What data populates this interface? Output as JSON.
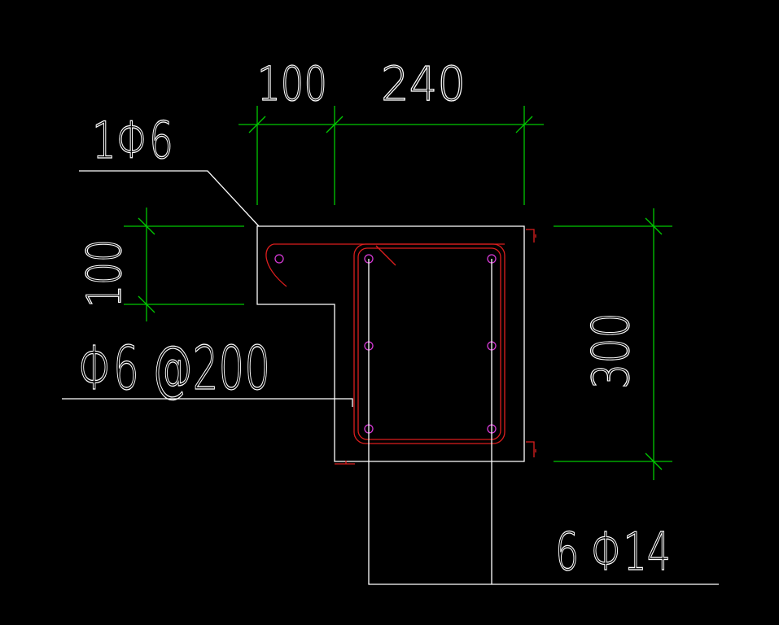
{
  "colors": {
    "background": "#000000",
    "outline": "#ffffff",
    "dimension": "#00c800",
    "rebar": "#dc1e1e",
    "rebar_dot": "#d63ad6",
    "text": "#ffffff"
  },
  "labels": {
    "dim_top_left": "100",
    "dim_top_right": "240",
    "dim_left_vertical": "100",
    "dim_right_vertical": "300",
    "leader_stirrup_hook": "1Φ6",
    "leader_stirrup": "Φ6 @200",
    "leader_longitudinal": "6 Φ14"
  }
}
